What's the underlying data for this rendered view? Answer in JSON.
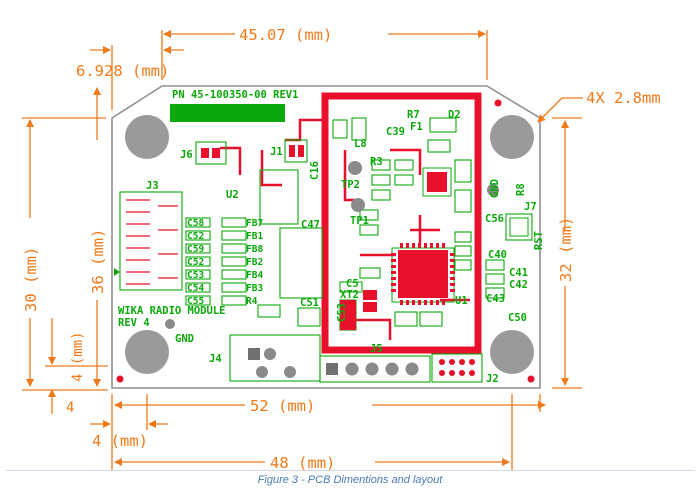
{
  "colors": {
    "dimension": "#f07a1a",
    "board": "#ffffff",
    "board_edge": "#909090",
    "silk": "#0ba80b",
    "copper": "#e8102a",
    "pad": "#9a9a9a",
    "caption": "#4a7ab4"
  },
  "dimensions": {
    "top_width": "45.07 (mm)",
    "top_offset": "6.928 (mm)",
    "hole_note": "4X 2.8mm",
    "left_height": "30 (mm)",
    "left_inner": "36 (mm)",
    "left_small_a": "4 (mm)",
    "left_small_b": "4",
    "right_height": "32 (mm)",
    "bottom_width": "52 (mm)",
    "bottom_small": "4 (mm)",
    "bottom_outer": "48 (mm)"
  },
  "board": {
    "part_number": "PN 45-100350-00 REV1",
    "module_name": "WIKA RADIO MODULE",
    "revision": "REV 4",
    "gnd_bottom": "GND",
    "gnd_right": "GND"
  },
  "designators": {
    "j1": "J1",
    "j2": "J2",
    "j3": "J3",
    "j4": "J4",
    "j5": "J5",
    "j6": "J6",
    "j7": "J7",
    "u1": "U1",
    "u2": "U2",
    "tp1": "TP1",
    "tp2": "TP2",
    "rst": "RST",
    "xt2": "XT2",
    "c5": "C5",
    "c16": "C16",
    "c39": "C39",
    "c40": "C40",
    "c41": "C41",
    "c42": "C42",
    "c43": "C43",
    "c47": "C47",
    "c50": "C50",
    "c51": "C51",
    "c53": "C53",
    "c54": "C54",
    "c56": "C56",
    "c58": "C58",
    "c59": "C59",
    "l8": "L8",
    "r3": "R3",
    "r8": "R8",
    "r7": "R7",
    "f1": "F1",
    "d2": "D2"
  },
  "left_stack": [
    "C58",
    "C52",
    "C59",
    "C52",
    "C53",
    "C54",
    "C55"
  ],
  "left_stack_right": [
    "FB7",
    "FB1",
    "FB8",
    "FB2",
    "FB4",
    "FB3",
    "R4"
  ],
  "caption": "Figure 3 - PCB Dimentions and layout"
}
